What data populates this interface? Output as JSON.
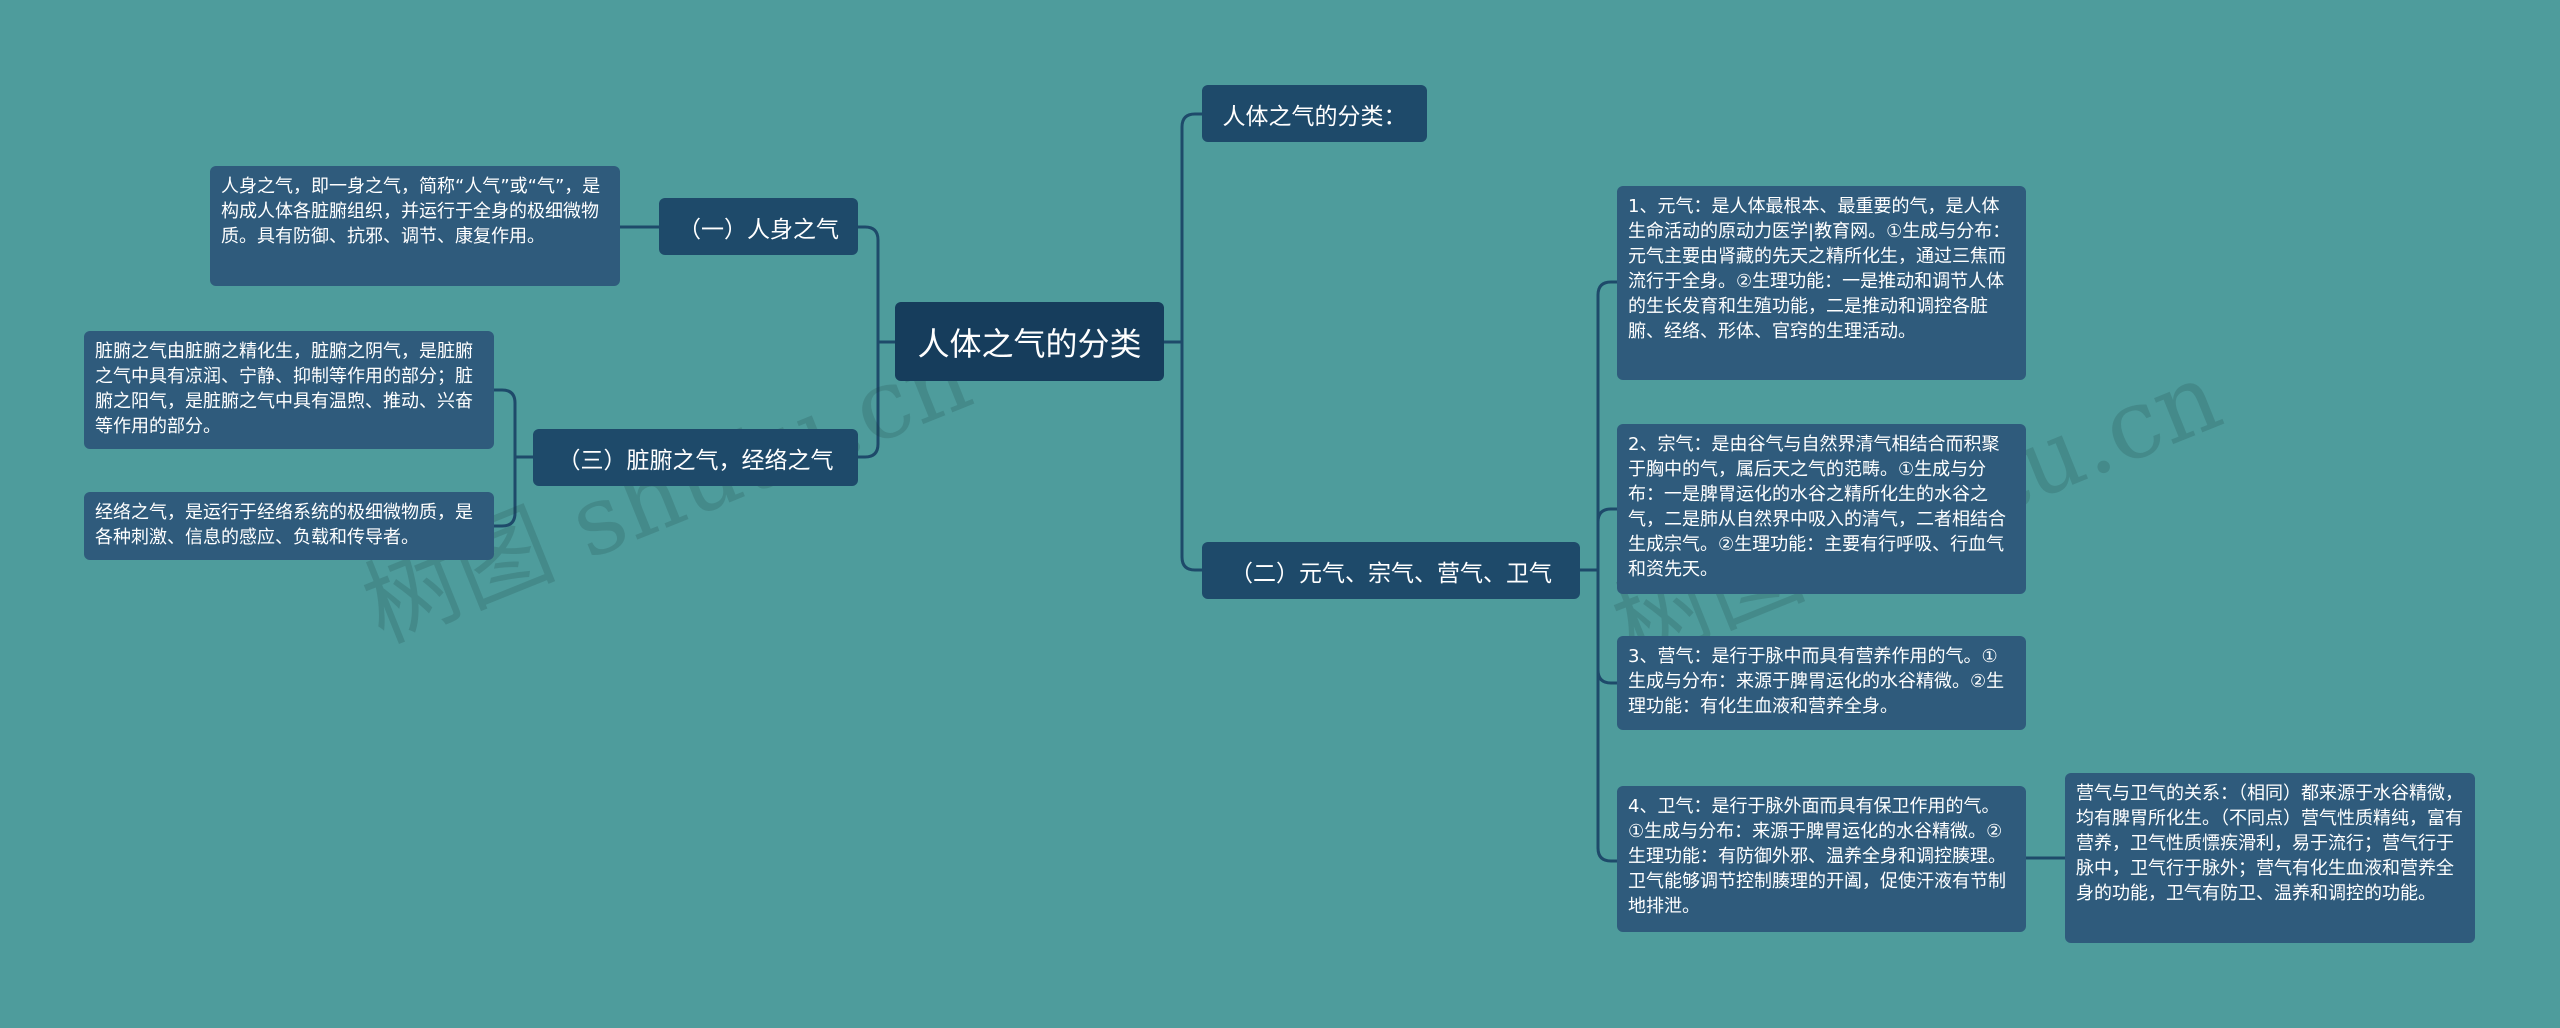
{
  "root": {
    "label": "人体之气的分类"
  },
  "branches": {
    "b1": {
      "label": "（一）人身之气"
    },
    "b3": {
      "label": "（三）脏腑之气，经络之气"
    },
    "b0": {
      "label": "人体之气的分类："
    },
    "b2": {
      "label": "（二）元气、宗气、营气、卫气"
    }
  },
  "leaves": {
    "l1": {
      "text": "人身之气，即一身之气，简称“人气”或“气”，是构成人体各脏腑组织，并运行于全身的极细微物质。具有防御、抗邪、调节、康复作用。"
    },
    "l3a": {
      "text": "脏腑之气由脏腑之精化生，脏腑之阴气，是脏腑之气中具有凉润、宁静、抑制等作用的部分；脏腑之阳气，是脏腑之气中具有温煦、推动、兴奋等作用的部分。"
    },
    "l3b": {
      "text": "经络之气，是运行于经络系统的极细微物质，是各种刺激、信息的感应、负载和传导者。"
    },
    "l2a": {
      "text": "1、元气：是人体最根本、最重要的气，是人体生命活动的原动力医学|教育网。①生成与分布：元气主要由肾藏的先天之精所化生，通过三焦而流行于全身。②生理功能：一是推动和调节人体的生长发育和生殖功能，二是推动和调控各脏腑、经络、形体、官窍的生理活动。"
    },
    "l2b": {
      "text": "2、宗气：是由谷气与自然界清气相结合而积聚于胸中的气，属后天之气的范畴。①生成与分布：一是脾胃运化的水谷之精所化生的水谷之气，二是肺从自然界中吸入的清气，二者相结合生成宗气。②生理功能：主要有行呼吸、行血气和资先天。"
    },
    "l2c": {
      "text": "3、营气：是行于脉中而具有营养作用的气。①生成与分布：来源于脾胃运化的水谷精微。②生理功能：有化生血液和营养全身。"
    },
    "l2d": {
      "text": "4、卫气：是行于脉外面而具有保卫作用的气。①生成与分布：来源于脾胃运化的水谷精微。②生理功能：有防御外邪、温养全身和调控腠理。卫气能够调节控制腠理的开阖，促使汗液有节制地排泄。"
    },
    "l2d1": {
      "text": "营气与卫气的关系：（相同）都来源于水谷精微，均有脾胃所化生。（不同点）营气性质精纯，富有营养，卫气性质慓疾滑利，易于流行；营气行于脉中，卫气行于脉外；营气有化生血液和营养全身的功能，卫气有防卫、温养和调控的功能。"
    }
  },
  "watermarks": [
    "树图 shutu.cn",
    "树图 shutu.cn"
  ],
  "colors": {
    "background": "#4e9c9c",
    "root": "#163d5c",
    "branch": "#1e4a6a",
    "leaf": "#2f5b7c",
    "line": "#1e4a6a"
  }
}
